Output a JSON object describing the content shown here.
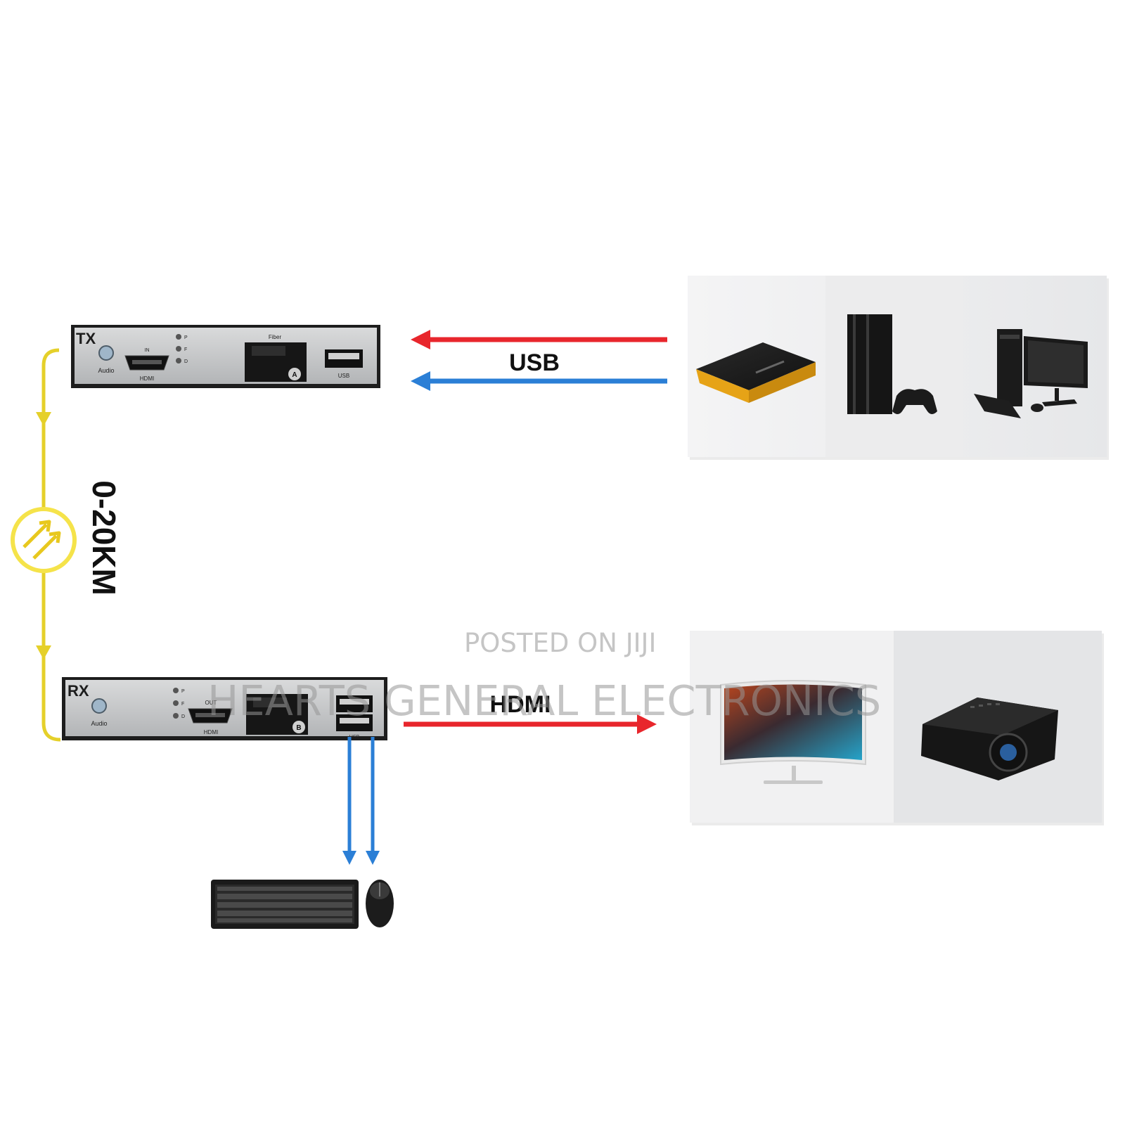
{
  "tx_unit": {
    "name": "TX",
    "audio_label": "Audio",
    "hdmi_top_label": "IN",
    "hdmi_label": "HDMI",
    "fiber_label": "Fiber",
    "fiber_port_letter": "A",
    "usb_label": "USB",
    "led_labels": [
      "P",
      "F",
      "D"
    ]
  },
  "rx_unit": {
    "name": "RX",
    "audio_label": "Audio",
    "hdmi_top_label": "OUT",
    "hdmi_label": "HDMI",
    "fiber_port_letter": "B",
    "usb_label": "USB",
    "led_labels": [
      "P",
      "F",
      "D"
    ]
  },
  "links": {
    "usb_label": "USB",
    "hdmi_label": "HDMI",
    "distance_label": "0-20KM"
  },
  "sources_panel": {
    "devices": [
      "set-top-box",
      "game-console",
      "desktop-computer"
    ]
  },
  "displays_panel": {
    "devices": [
      "monitor",
      "projector"
    ]
  },
  "peripherals": {
    "devices": [
      "keyboard",
      "mouse"
    ]
  },
  "watermark": {
    "line1": "POSTED ON JIJI",
    "line2": "HEARTS GENERAL ELECTRONICS"
  },
  "colors": {
    "usb_out_arrow": "#e8262c",
    "usb_in_arrow": "#2b7fd6",
    "hdmi_arrow": "#e8262c",
    "fiber_line": "#e5d02a",
    "fiber_badge": "#f5e34a"
  }
}
